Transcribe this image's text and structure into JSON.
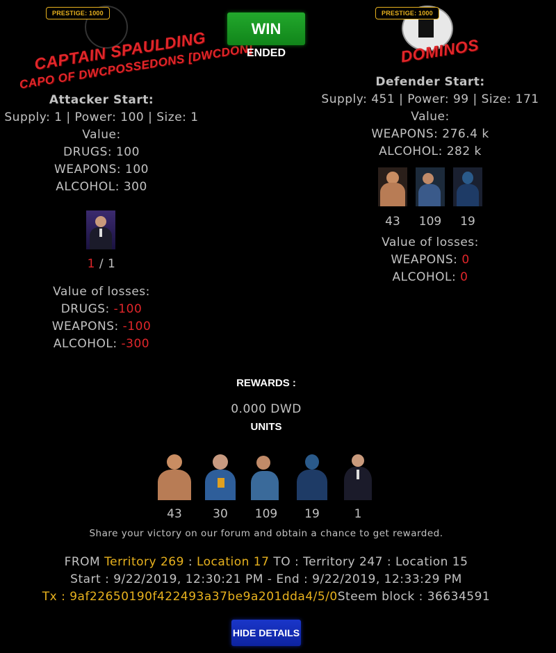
{
  "header": {
    "result_label": "WIN",
    "status": "ENDED"
  },
  "attacker": {
    "prestige": "PRESTIGE: 1000",
    "name": "CAPTAIN SPAULDING",
    "title": "CAPO OF DWCPOSSEDONS [DWCDON]",
    "start_label": "Attacker Start:",
    "stats": "Supply: 1 | Power: 100 | Size: 1",
    "value_label": "Value:",
    "values": [
      "DRUGS: 100",
      "WEAPONS: 100",
      "ALCOHOL: 300"
    ],
    "unit_lost": "1",
    "unit_total": " / 1",
    "losses_label": "Value of losses:",
    "losses": [
      {
        "label": "DRUGS: ",
        "value": "-100"
      },
      {
        "label": "WEAPONS: ",
        "value": "-100"
      },
      {
        "label": "ALCOHOL: ",
        "value": "-300"
      }
    ]
  },
  "defender": {
    "prestige": "PRESTIGE: 1000",
    "name": "DOMINOS",
    "start_label": "Defender Start:",
    "stats": "Supply: 451 | Power: 99 | Size: 171",
    "value_label": "Value:",
    "values": [
      "WEAPONS: 276.4 k",
      "ALCOHOL: 282 k"
    ],
    "unit_counts": [
      "43",
      "109",
      "19"
    ],
    "losses_label": "Value of losses:",
    "losses": [
      {
        "label": "WEAPONS: ",
        "value": "0"
      },
      {
        "label": "ALCOHOL: ",
        "value": "0"
      }
    ]
  },
  "rewards": {
    "label": "REWARDS :",
    "amount": "0.000 DWD",
    "units_label": "UNITS",
    "unit_counts": [
      "43",
      "30",
      "109",
      "19",
      "1"
    ],
    "share_text": "Share your victory on our forum and obtain a chance to get rewarded."
  },
  "route": {
    "from_label": "FROM ",
    "from_territory": "Territory 269",
    "sep1": " : ",
    "from_location": "Location 17",
    "to_text": " TO : Territory 247 : Location 15",
    "times": "Start : 9/22/2019, 12:30:21 PM - End : 9/22/2019, 12:33:29 PM",
    "tx_label": "Tx : ",
    "tx_value": "9af22650190f422493a37be9a201dda4/5/0",
    "block_text": "Steem block : 36634591"
  },
  "footer": {
    "hide_label": "HIDE DETAILS"
  },
  "colors": {
    "accent_yellow": "#e8b21e",
    "loss_red": "#e0262a",
    "win_green": "#1a9a22",
    "button_blue": "#1430b8"
  }
}
